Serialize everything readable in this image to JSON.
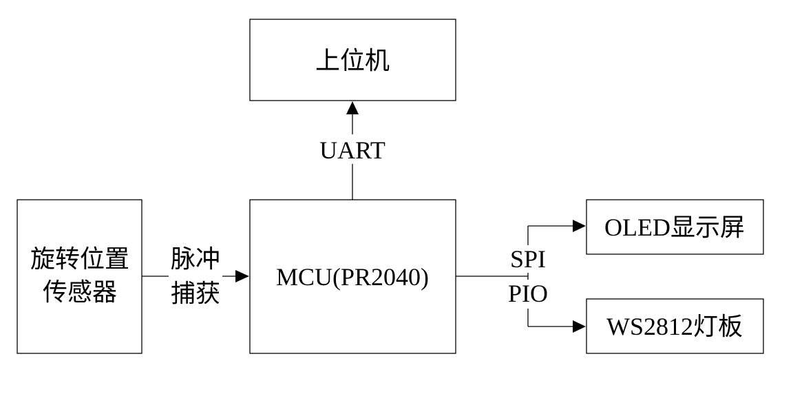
{
  "nodes": {
    "host": "上位机",
    "sensor_line1": "旋转位置",
    "sensor_line2": "传感器",
    "mcu": "MCU(PR2040)",
    "oled": "OLED显示屏",
    "ws2812": "WS2812灯板"
  },
  "edges": {
    "uart": "UART",
    "pulse_line1": "脉冲",
    "pulse_line2": "捕获",
    "spi": "SPI",
    "pio": "PIO"
  }
}
